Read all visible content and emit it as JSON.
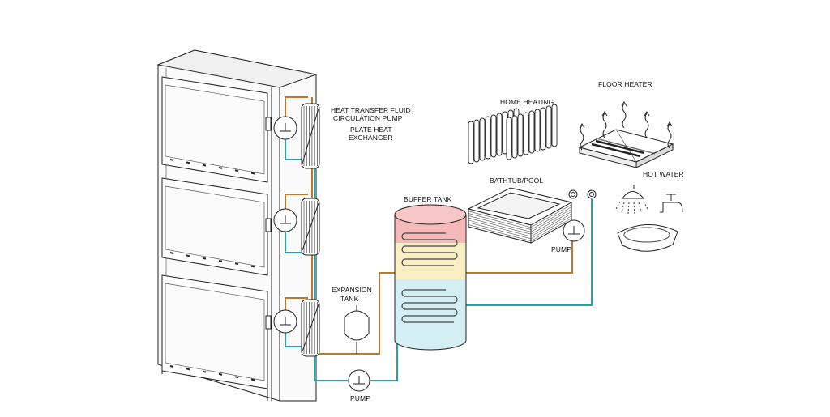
{
  "labels": {
    "heat_transfer_line1": "HEAT TRANSFER FLUID",
    "heat_transfer_line2": "CIRCULATION PUMP",
    "plate_heat_line1": "PLATE HEAT",
    "plate_heat_line2": "EXCHANGER",
    "buffer_tank": "BUFFER TANK",
    "expansion_line1": "EXPANSION",
    "expansion_line2": "TANK",
    "pump_bottom": "PUMP",
    "pump_right": "PUMP",
    "home_heating": "HOME HEATING",
    "floor_heater": "FLOOR HEATER",
    "hot_water": "HOT WATER",
    "bathtub_pool": "BATHTUB/POOL"
  },
  "colors": {
    "hot_pipe": "#b97a30",
    "cold_pipe": "#2aa0a8",
    "tank_hot": "#f5b9b9",
    "tank_warm": "#f8efc4",
    "tank_cold": "#d3eff3"
  },
  "icons": [
    "server-rack",
    "pump-icon",
    "plate-heat-exchanger-icon",
    "buffer-tank",
    "expansion-tank-icon",
    "radiator-icon",
    "floor-heater-icon",
    "shower-icon",
    "faucet-icon",
    "sink-icon",
    "bathtub-icon"
  ]
}
